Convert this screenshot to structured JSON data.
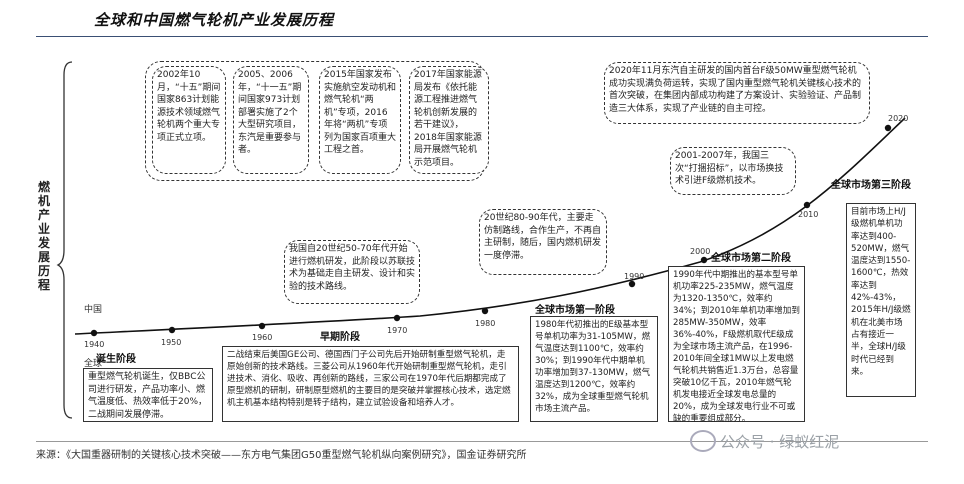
{
  "title": "全球和中国燃气轮机产业发展历程",
  "vertical_label": "燃机产业发展历程",
  "row_labels": {
    "china": "中国",
    "global": "全球"
  },
  "stages": {
    "birth": "诞生阶段",
    "early": "早期阶段",
    "global1": "全球市场第一阶段",
    "global2": "全球市场第二阶段",
    "global3": "全球市场第三阶段"
  },
  "years": [
    "1940",
    "1950",
    "1960",
    "1970",
    "1980",
    "1990",
    "2000",
    "2010",
    "2020"
  ],
  "china_boxes": {
    "c2002": "2002年10月，“十五”期间国家863计划能源技术领域燃气轮机两个重大专项正式立项。",
    "c2005": "2005、2006年，“十一五”期间国家973计划部署实施了2个大型研究项目，东汽是重要参与者。",
    "c2015": "2015年国家发布实施航空发动机和燃气轮机“两机”专项，2016年将“两机”专项列为国家百项重大工程之首。",
    "c2017": "2017年国家能源局发布《依托能源工程推进燃气轮机创新发展的若干建议》，2018年国家能源局开展燃气轮机示范项目。",
    "c2020": "2020年11月东汽自主研发的国内首台F级50MW重型燃气轮机成功实现满负荷运转，实现了国内重型燃气轮机关键核心技术的首次突破，在集团内部成功构建了方案设计、实验验证、产品制造三大体系，实现了产业链的自主可控。",
    "c2001": "2001-2007年，我国三次“打捆招标”，以市场换技术引进F级燃机技术。",
    "c8090": "20世纪80-90年代，主要走仿制路线，合作生产，不再自主研制，随后，国内燃机研发一度停滞。",
    "c5070": "我国自20世纪50-70年代开始进行燃机研发，此阶段以苏联技术为基础走自主研发、设计和实验的技术路线。"
  },
  "global_boxes": {
    "g_birth": "重型燃气轮机诞生，仅BBC公司进行研发，产品功率小、燃气温度低、热效率低于20%，二战期间发展停滞。",
    "g_early": "二战结束后美国GE公司、德国西门子公司先后开始研制重型燃气轮机，走原始创新的技术路线。三菱公司从1960年代开始研制重型燃气轮机，走引进技术、消化、吸收、再创新的路线，三家公司在1970年代后期都完成了原型燃机的研制，研制原型燃机的主要目的是突破并掌握核心技术，选定燃机主机基本结构特别是转子结构，建立试验设备和培养人才。",
    "g1980": "1980年代初推出的E级基本型号单机功率为31-105MW，燃气温度达到1100℃，效率约30%；到1990年代中期单机功率增加到37-130MW，燃气温度达到1200℃，效率约32%，成为全球重型燃气轮机市场主流产品。",
    "g1990": "1990年代中期推出的基本型号单机功率225-235MW，燃气温度为1320-1350℃，效率约34%；到2010年单机功率增加到285MW-350MW，效率36%-40%，F级燃机取代E级成为全球市场主流产品，在1996-2010年间全球1MW以上发电燃气轮机共销售近1.3万台，总容量突破10亿千瓦，2010年燃气轮机发电接近全球发电总量的20%，成为全球发电行业不可或缺的重要组成部分。",
    "g2020": "目前市场上H/J级燃机单机功率达到400-520MW，燃气温度达到1550-1600℃，热效率达到42%-43%，2015年H/J级燃机在北美市场占有接近一半，全球H/J级时代已经到来。"
  },
  "source": "来源：《大国重器研制的关键核心技术突破——东方电气集团G50重型燃气轮机纵向案例研究》，国金证券研究所",
  "watermark": "公众号 · 绿蚁红泥"
}
